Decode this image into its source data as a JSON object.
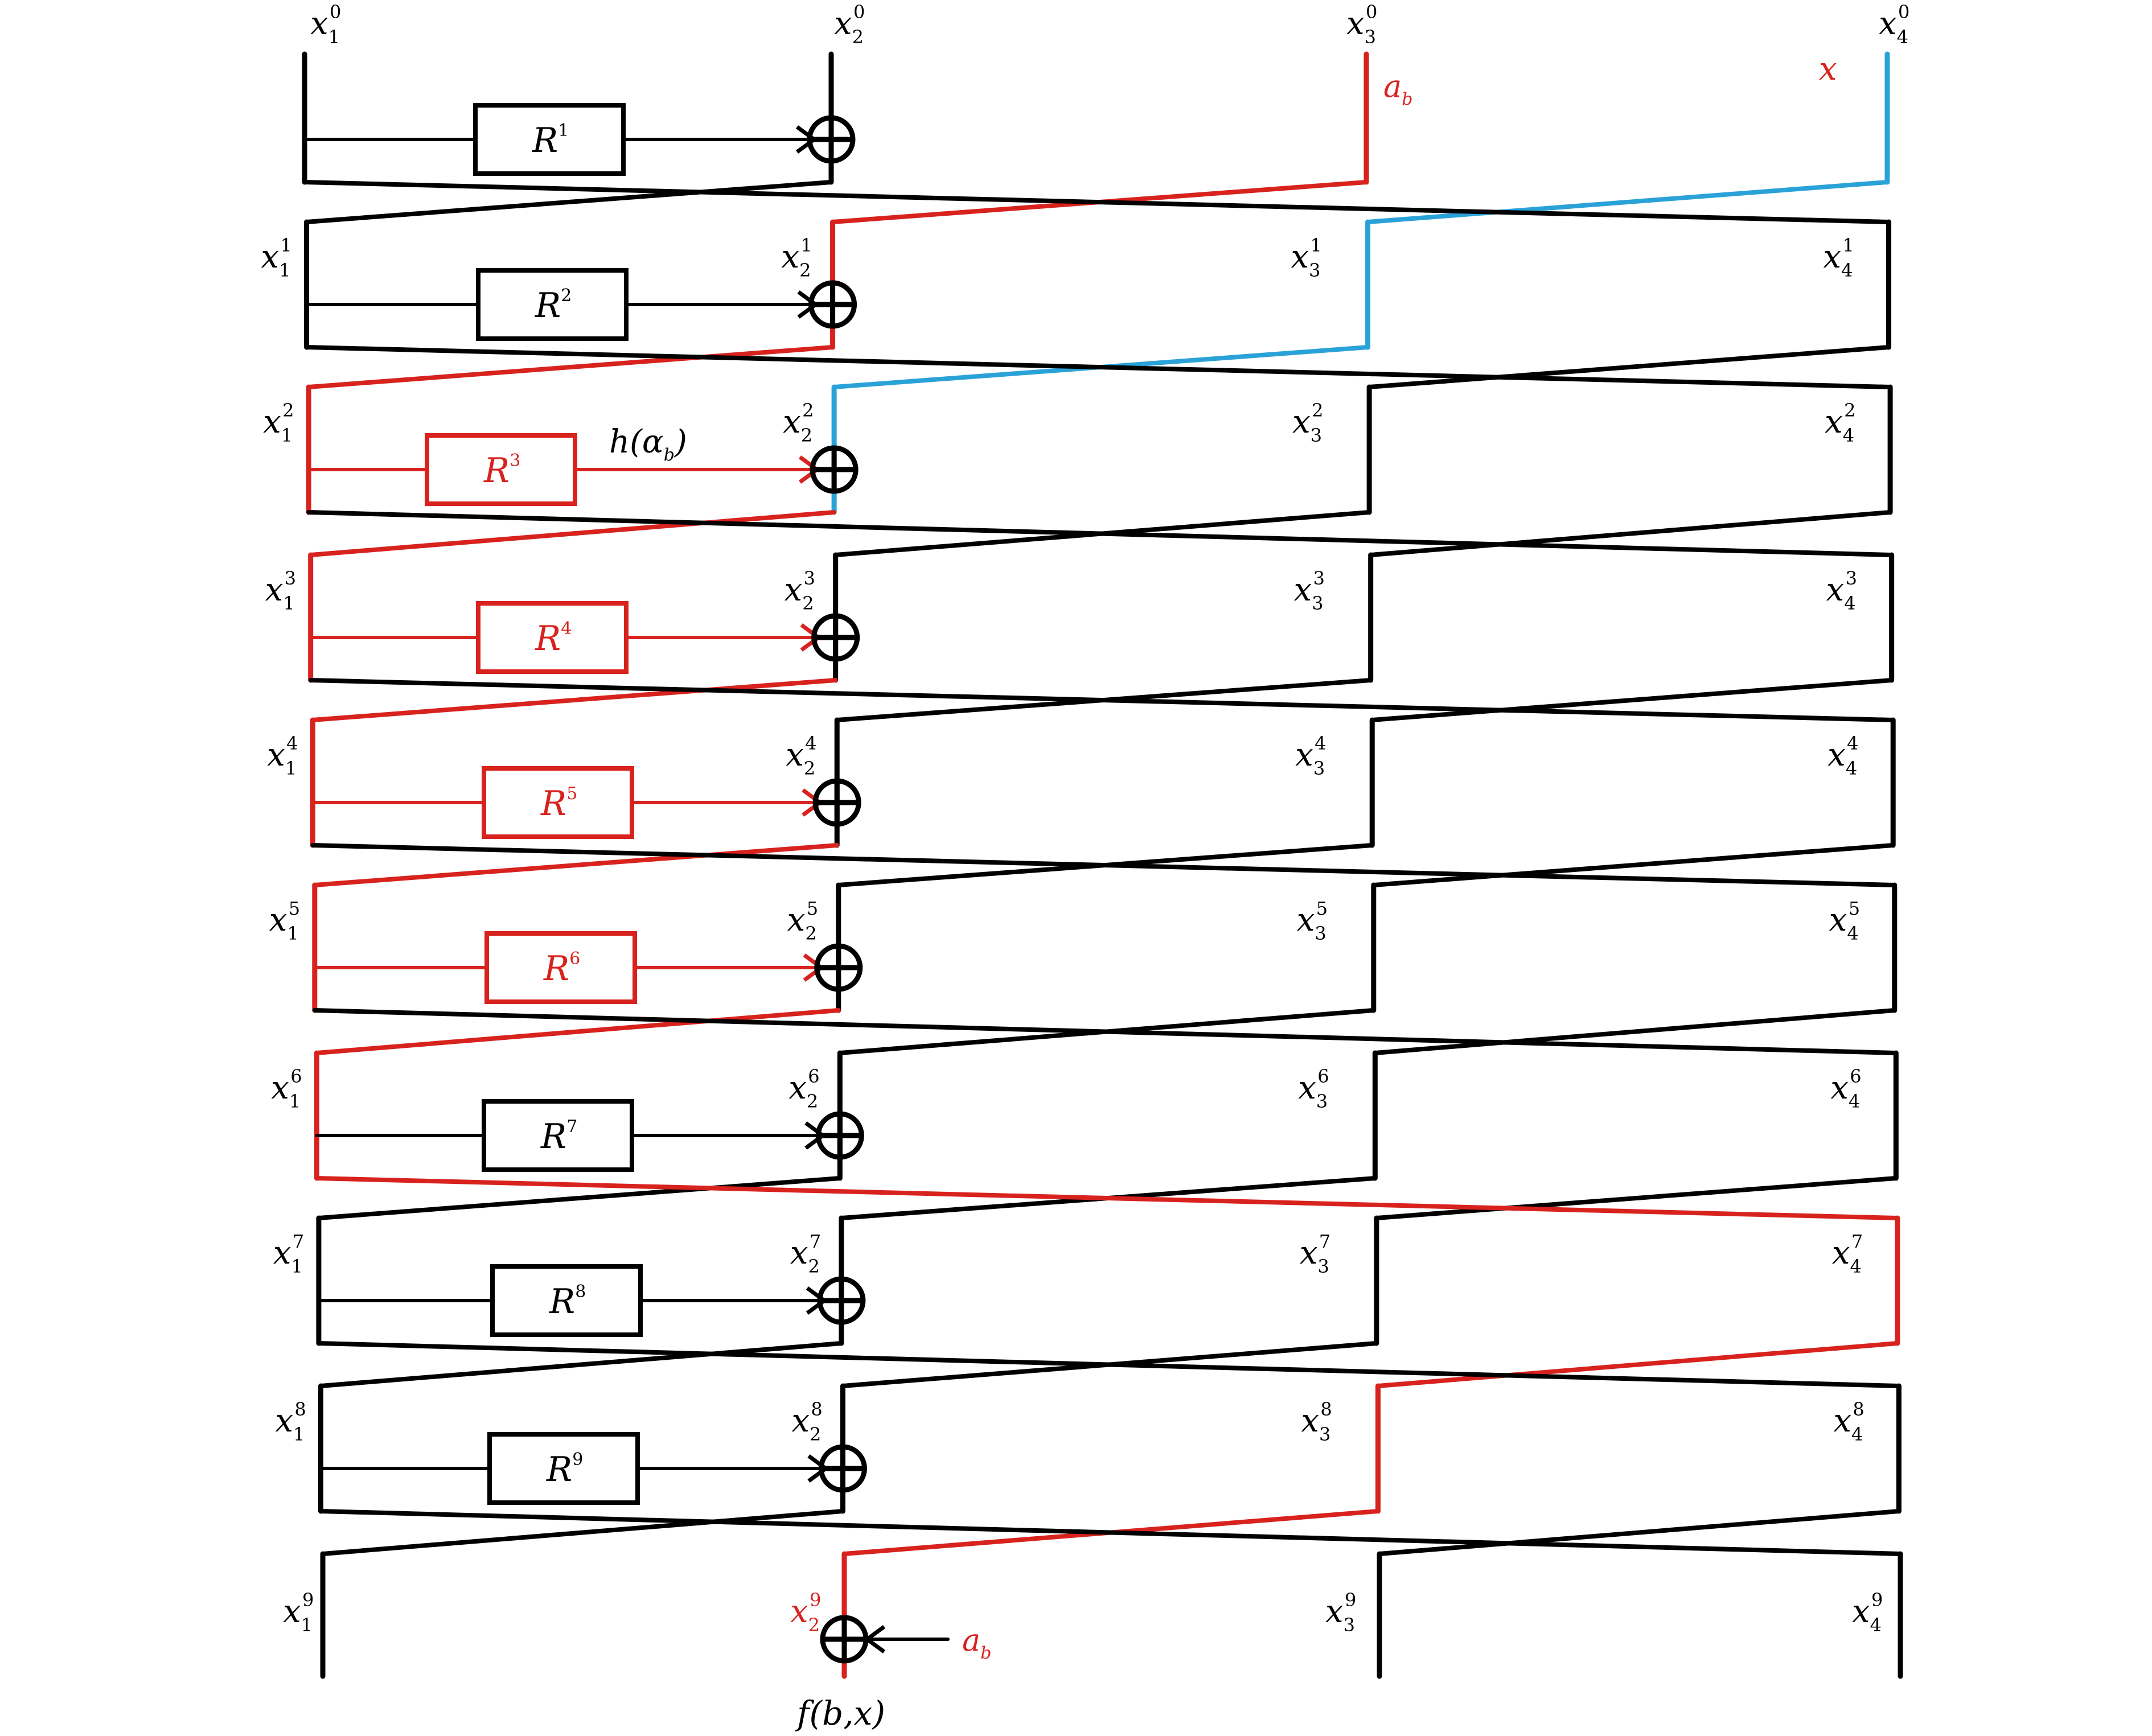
{
  "colors": {
    "black": "#000000",
    "red": "#d8221e",
    "blue": "#2aa2d8"
  },
  "top_labels": [
    {
      "base": "x",
      "sub": "1",
      "sup": "0"
    },
    {
      "base": "x",
      "sub": "2",
      "sup": "0"
    },
    {
      "base": "x",
      "sub": "3",
      "sup": "0"
    },
    {
      "base": "x",
      "sub": "4",
      "sup": "0"
    }
  ],
  "top_side_labels": {
    "a_b": "a",
    "a_b_sub": "b",
    "x": "x"
  },
  "rounds": [
    {
      "r": "R",
      "r_sup": "1",
      "color": "black"
    },
    {
      "r": "R",
      "r_sup": "2",
      "color": "black"
    },
    {
      "r": "R",
      "r_sup": "3",
      "color": "red"
    },
    {
      "r": "R",
      "r_sup": "4",
      "color": "red"
    },
    {
      "r": "R",
      "r_sup": "5",
      "color": "red"
    },
    {
      "r": "R",
      "r_sup": "6",
      "color": "red"
    },
    {
      "r": "R",
      "r_sup": "7",
      "color": "black"
    },
    {
      "r": "R",
      "r_sup": "8",
      "color": "black"
    },
    {
      "r": "R",
      "r_sup": "9",
      "color": "black"
    }
  ],
  "state_labels": [
    {
      "sup": "1"
    },
    {
      "sup": "2"
    },
    {
      "sup": "3"
    },
    {
      "sup": "4"
    },
    {
      "sup": "5"
    },
    {
      "sup": "6"
    },
    {
      "sup": "7"
    },
    {
      "sup": "8"
    },
    {
      "sup": "9"
    }
  ],
  "h_label": "h(α",
  "h_label_sub": "b",
  "h_label_close": ")",
  "final_a": "a",
  "final_a_sub": "b",
  "output_label": "f(b,x)"
}
